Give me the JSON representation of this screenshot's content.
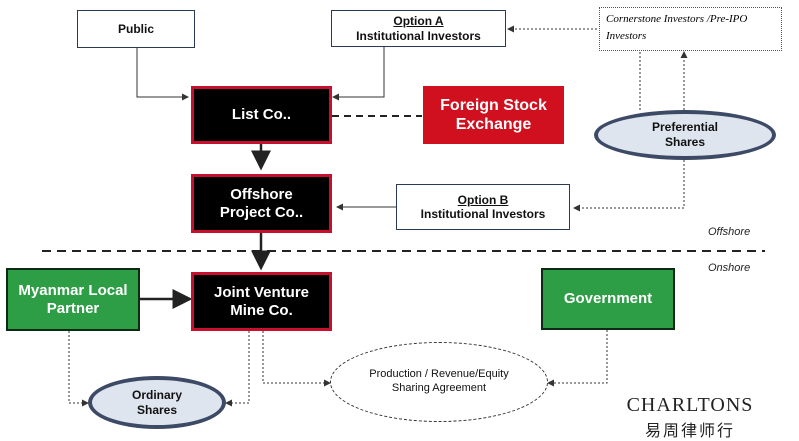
{
  "nodes": {
    "public": "Public",
    "option_a_title": "Option A",
    "option_a_sub": "Institutional Investors",
    "cornerstone": "Cornerstone Investors /Pre-IPO Investors",
    "list_co": "List Co..",
    "foreign_exchange": "Foreign Stock Exchange",
    "preferential": "Preferential Shares",
    "offshore_project": "Offshore Project Co..",
    "option_b_title": "Option B",
    "option_b_sub": "Institutional Investors",
    "myanmar_partner": "Myanmar Local Partner",
    "jv_mine": "Joint Venture Mine Co.",
    "government": "Government",
    "production": "Production / Revenue/Equity Sharing Agreement",
    "ordinary": "Ordinary Shares"
  },
  "labels": {
    "offshore": "Offshore",
    "onshore": "Onshore"
  },
  "brand": {
    "name": "CHARLTONS",
    "chinese": "易周律师行"
  },
  "colors": {
    "black_box": "#000000",
    "black_box_border": "#c8102e",
    "red_box": "#d0101e",
    "green_box": "#2e9e46",
    "ellipse_fill": "#dfe5ee",
    "ellipse_border": "#3d4a66"
  }
}
